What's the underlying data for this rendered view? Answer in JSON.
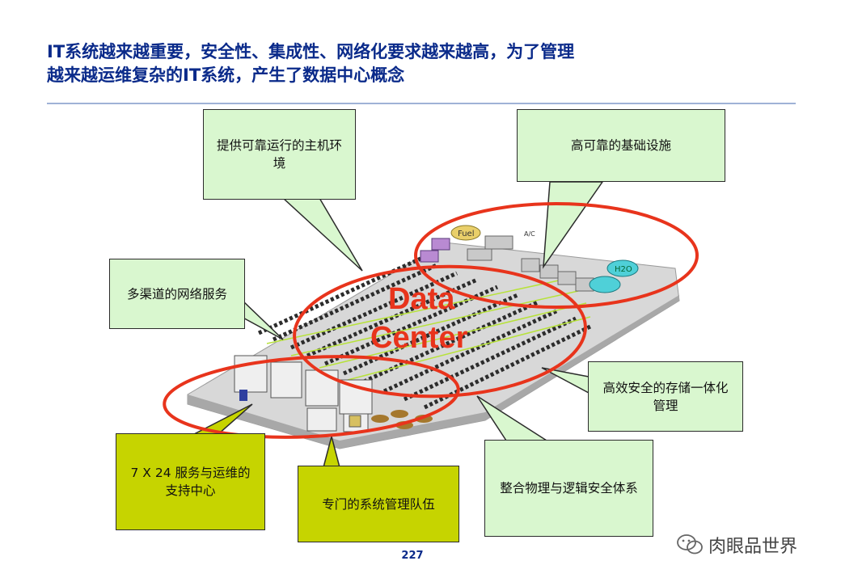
{
  "slide": {
    "title_line1": "IT系统越来越重要，安全性、集成性、网络化要求越来越高，为了管理",
    "title_line2": "越来越运维复杂的IT系统，产生了数据中心概念",
    "page_number": "227"
  },
  "center_label": {
    "line1": "Data",
    "line2": "Center",
    "color": "#e8341c"
  },
  "callouts": {
    "host_env": "提供可靠运行的主机环境",
    "infrastructure": "高可靠的基础设施",
    "network": "多渠道的网络服务",
    "storage": "高效安全的存储一体化管理",
    "support": "7 X 24 服务与运维的支持中心",
    "team": "专门的系统管理队伍",
    "security": "整合物理与逻辑安全体系"
  },
  "floorplan_labels": {
    "fuel": "Fuel",
    "water": "H2O",
    "ac": "A/C"
  },
  "watermark": {
    "text": "肉眼品世界",
    "icon": "wechat-icon"
  },
  "colors": {
    "title": "#0a2a8a",
    "ellipse": "#e8341c",
    "callout_green": "#d9f7cf",
    "callout_lime": "#c6d400"
  }
}
